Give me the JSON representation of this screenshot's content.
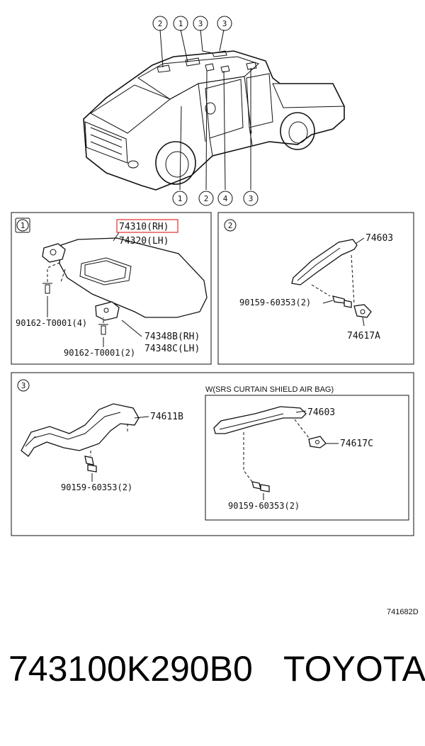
{
  "vehicle_callouts_top": [
    "2",
    "1",
    "3",
    "3"
  ],
  "vehicle_callouts_bottom": [
    "1",
    "2",
    "4",
    "3"
  ],
  "panel1": {
    "index": "1",
    "labels": {
      "visor_rh": "74310(RH)",
      "visor_lh": "74320(LH)",
      "screw_a": "90162-T0001(4)",
      "holder_rh": "74348B(RH)",
      "holder_lh": "74348C(LH)",
      "screw_b": "90162-T0001(2)"
    },
    "highlight_color": "#e03030"
  },
  "panel2": {
    "index": "2",
    "labels": {
      "grip": "74603",
      "bolt": "90159-60353(2)",
      "cover": "74617A"
    }
  },
  "panel3": {
    "index": "3",
    "labels": {
      "grip": "74611B",
      "bolt": "90159-60353(2)"
    },
    "sub": {
      "title": "W(SRS CURTAIN SHIELD AIR BAG)",
      "grip": "74603",
      "cover": "74617C",
      "bolt": "90159-60353(2)"
    }
  },
  "drawing_ref": "741682D",
  "footer": {
    "part_number": "743100K290B0",
    "brand": "TOYOTA"
  }
}
